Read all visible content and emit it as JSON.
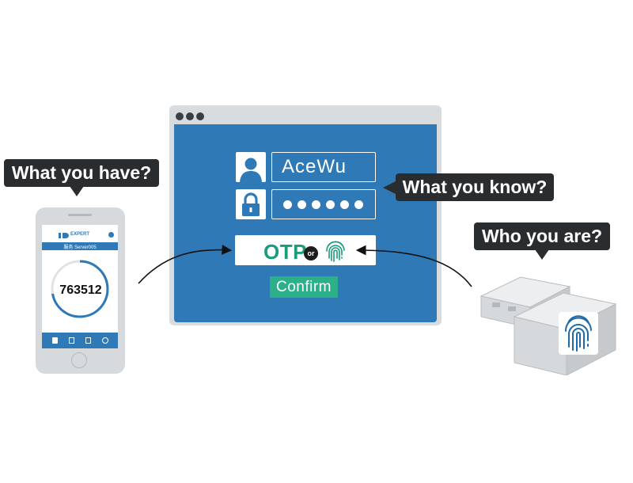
{
  "bubbles": {
    "have": "What you have?",
    "know": "What you know?",
    "are": "Who you are?"
  },
  "login": {
    "username": "AceWu",
    "password_mask_count": 6,
    "otp_label": "OTP",
    "or_label": "or",
    "confirm_label": "Confirm"
  },
  "phone": {
    "brand": "EXPERT",
    "server": "服务 Server005",
    "otp_code": "763512"
  },
  "icons": {
    "user": "user-icon",
    "lock": "lock-icon",
    "fingerprint": "fingerprint-icon",
    "usb_key": "usb-key-icon"
  },
  "colors": {
    "window_blue": "#2f79b7",
    "accent_green": "#2bb08a",
    "otp_green": "#1a9b7c",
    "bubble_dark": "#2a2d30",
    "device_gray": "#d7dadc"
  }
}
